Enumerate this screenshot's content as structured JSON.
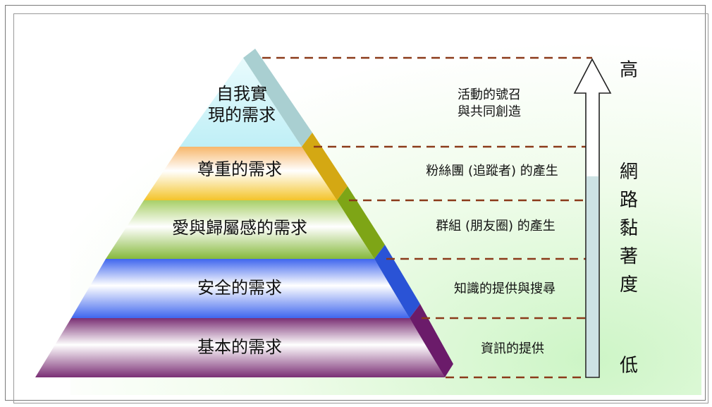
{
  "levels": [
    {
      "label": "自我實\n現的需求",
      "description": "活動的號召\n與共同創造"
    },
    {
      "label": "尊重的需求",
      "description": "粉絲團 (追蹤者) 的產生"
    },
    {
      "label": "愛與歸屬感的需求",
      "description": "群組 (朋友圈) 的產生"
    },
    {
      "label": "安全的需求",
      "description": "知識的提供與搜尋"
    },
    {
      "label": "基本的需求",
      "description": "資訊的提供"
    }
  ],
  "scale": {
    "high": "高",
    "low": "低",
    "label": "網路黏著度"
  },
  "colors": {
    "level_1": "#c6f1f6",
    "level_2": "#f6bc3a",
    "level_3": "#8fbf4e",
    "level_4": "#4a6ff0",
    "level_5": "#7a3372",
    "side_1": "#a9cfd1",
    "side_2": "#d4a813",
    "side_3": "#7ea516",
    "side_4": "#2a53d6",
    "side_5": "#6b1b6a",
    "dash": "#8b3a1a",
    "background_glow": "#cdf5c6"
  }
}
